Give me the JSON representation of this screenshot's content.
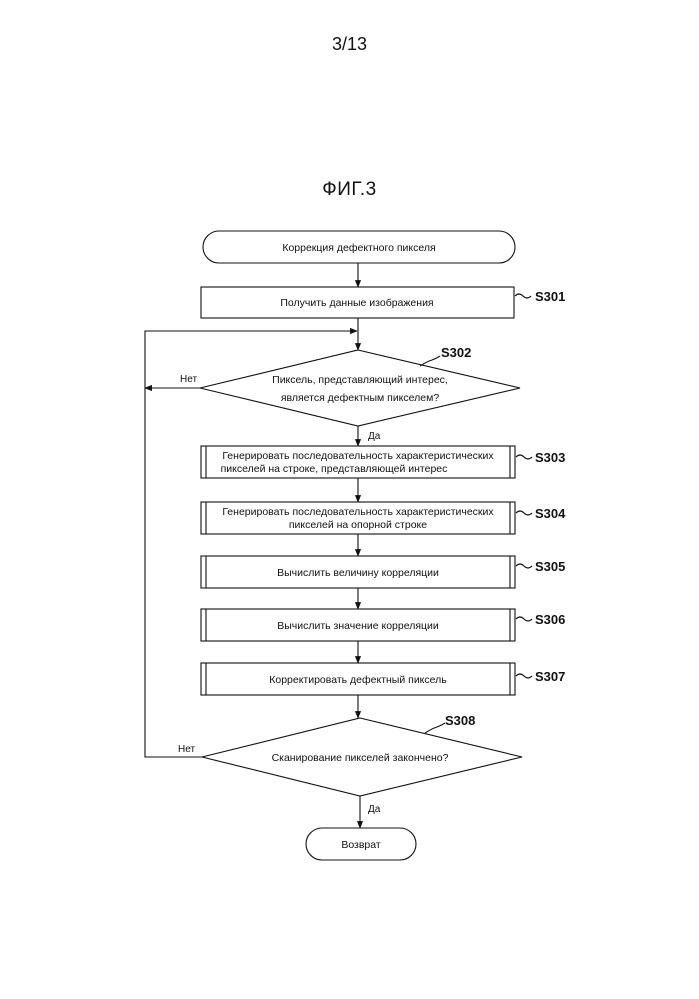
{
  "page_number": "3/13",
  "figure_title": "ФИГ.3",
  "nodes": {
    "start": {
      "text": [
        "Коррекция дефектного пикселя"
      ]
    },
    "s301": {
      "step": "S301",
      "text": [
        "Получить данные изображения"
      ]
    },
    "s302": {
      "step": "S302",
      "text": [
        "Пиксель, представляющий интерес,",
        "является дефектным пикселем?"
      ]
    },
    "s303": {
      "step": "S303",
      "text": [
        "Генерировать последовательность характеристических",
        "пикселей на строке, представляющей интерес"
      ]
    },
    "s304": {
      "step": "S304",
      "text": [
        "Генерировать последовательность характеристических",
        "пикселей на опорной строке"
      ]
    },
    "s305": {
      "step": "S305",
      "text": [
        "Вычислить величину корреляции"
      ]
    },
    "s306": {
      "step": "S306",
      "text": [
        "Вычислить значение корреляции"
      ]
    },
    "s307": {
      "step": "S307",
      "text": [
        "Корректировать дефектный пиксель"
      ]
    },
    "s308": {
      "step": "S308",
      "text": [
        "Сканирование пикселей закончено?"
      ]
    },
    "end": {
      "text": [
        "Возврат"
      ]
    }
  },
  "branch_labels": {
    "s302_yes": "Да",
    "s302_no": "Нет",
    "s308_yes": "Да",
    "s308_no": "Нет"
  }
}
